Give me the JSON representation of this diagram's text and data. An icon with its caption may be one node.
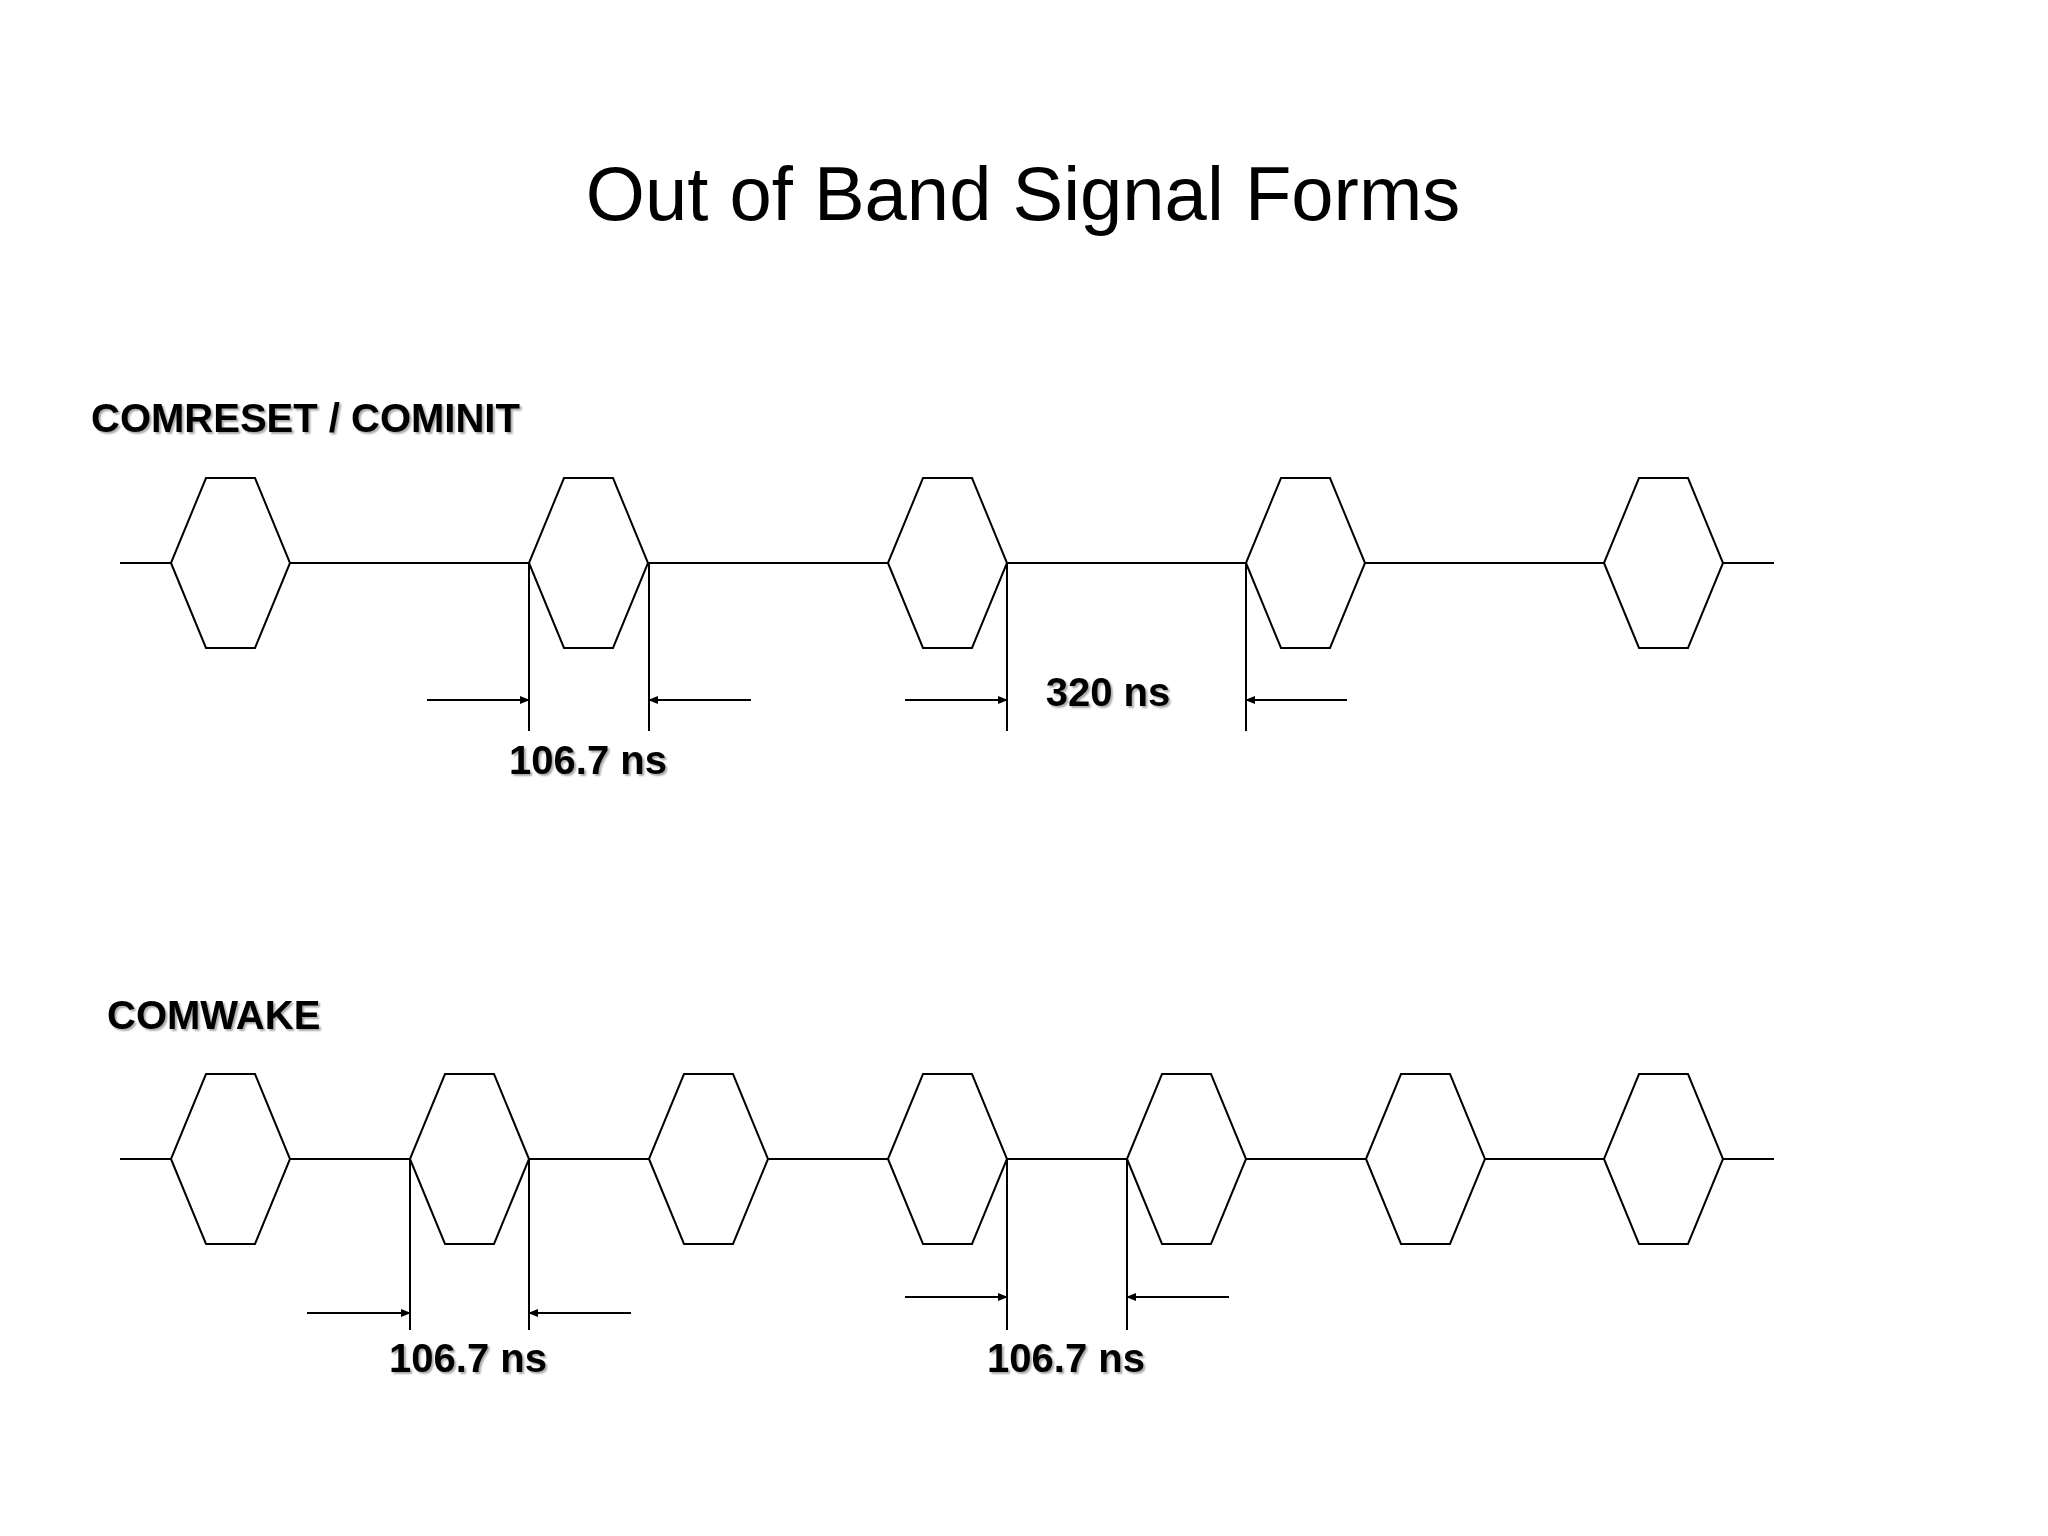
{
  "diagram": {
    "title": "Out of Band Signal Forms",
    "labels": [
      "COMRESET / COMINIT",
      "320 ns",
      "106.7 ns",
      "COMWAKE",
      "106.7 ns",
      "106.7 ns"
    ]
  }
}
